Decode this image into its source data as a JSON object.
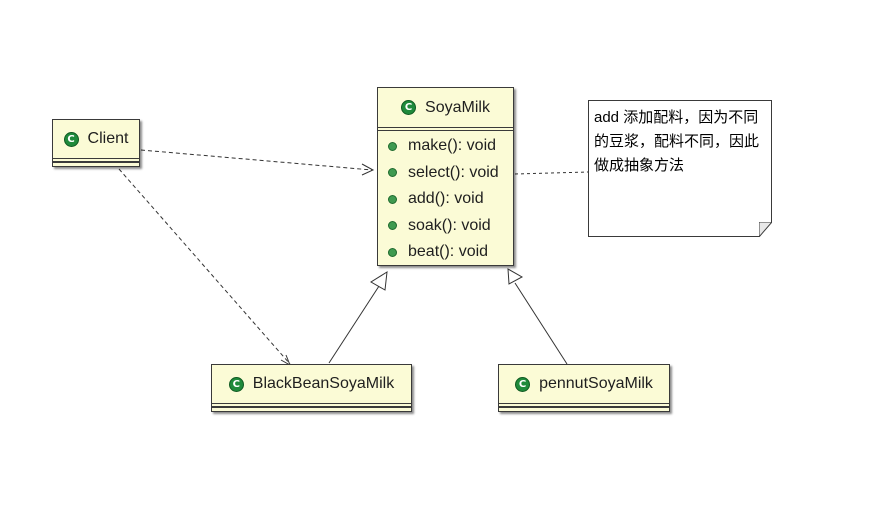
{
  "diagram": {
    "classes": [
      {
        "id": "soyamilk",
        "name": "SoyaMilk",
        "icon": "class-icon",
        "operations": [
          "make(): void",
          "select(): void",
          "add(): void",
          "soak(): void",
          "beat(): void"
        ]
      },
      {
        "id": "client",
        "name": "Client",
        "icon": "class-icon"
      },
      {
        "id": "blackbean",
        "name": "BlackBeanSoyaMilk",
        "icon": "class-icon"
      },
      {
        "id": "pennut",
        "name": "pennutSoyaMilk",
        "icon": "class-icon"
      }
    ],
    "icon_glyph": "C",
    "note": {
      "text": "add 添加配料，因为不同的豆浆，配料不同，因此做成抽象方法"
    },
    "relations": [
      {
        "from": "Client",
        "to": "SoyaMilk",
        "type": "dependency"
      },
      {
        "from": "Client",
        "to": "BlackBeanSoyaMilk",
        "type": "dependency"
      },
      {
        "from": "BlackBeanSoyaMilk",
        "to": "SoyaMilk",
        "type": "generalization"
      },
      {
        "from": "pennutSoyaMilk",
        "to": "SoyaMilk",
        "type": "generalization"
      },
      {
        "from": "note",
        "to": "SoyaMilk",
        "type": "note-link"
      }
    ],
    "colors": {
      "class_fill": "#fbfbd6",
      "icon": "#1f8a3b",
      "line": "#333333"
    }
  }
}
